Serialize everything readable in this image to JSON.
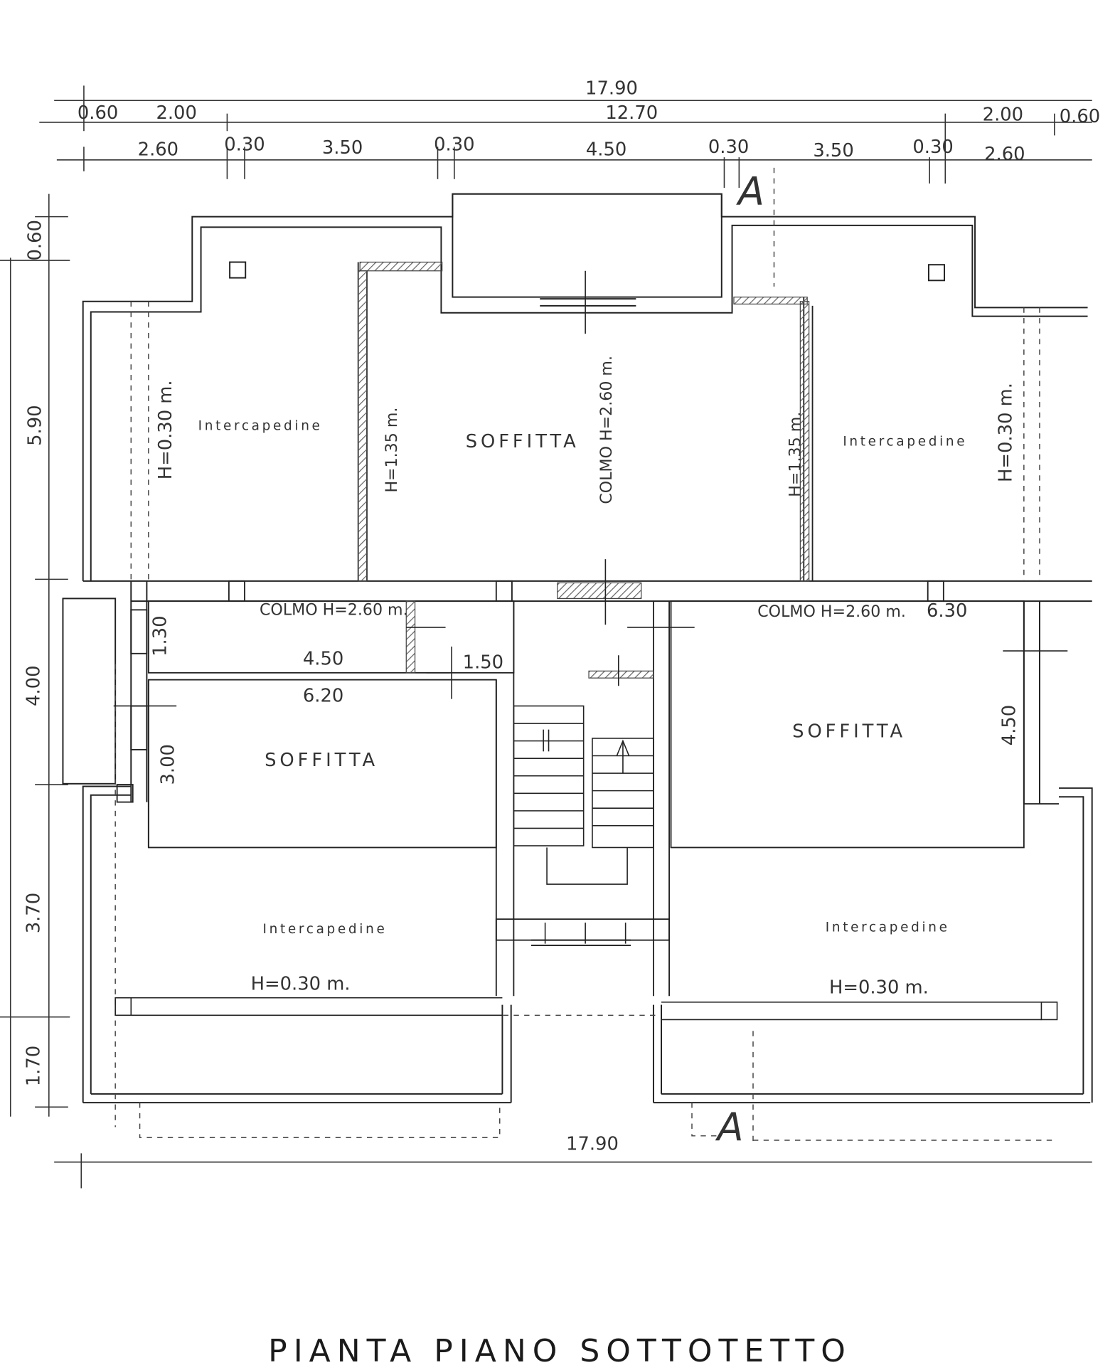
{
  "title": "PIANTA PIANO SOTTOTETTO",
  "dimensions": {
    "top_total": "17.90",
    "top_row2": [
      "0.60",
      "2.00",
      "12.70",
      "2.00",
      "0.60"
    ],
    "top_row3": [
      "2.60",
      "0.30",
      "3.50",
      "0.30",
      "4.50",
      "0.30",
      "3.50",
      "0.30",
      "2.60"
    ],
    "left": [
      "0.60",
      "5.90",
      "4.00",
      "3.70",
      "1.70"
    ],
    "bottom_total": "17.90"
  },
  "inner_dims": {
    "d130": "1.30",
    "d450": "4.50",
    "d150": "1.50",
    "d620": "6.20",
    "d300": "3.00",
    "d630": "6.30",
    "d450r": "4.50"
  },
  "rooms": {
    "top": "SOFFITTA",
    "left": "SOFFITTA",
    "right": "SOFFITTA"
  },
  "notes": {
    "colmo_top": "COLMO H=2.60 m.",
    "colmo_left": "COLMO H=2.60 m.",
    "colmo_right": "COLMO H=2.60 m.",
    "h135_left": "H=1.35 m.",
    "h135_right": "H=1.35 m.",
    "h030_tl": "H=0.30 m.",
    "h030_tr": "H=0.30 m.",
    "h030_bl": "H=0.30 m.",
    "h030_br": "H=0.30 m.",
    "inter_tl": "Intercapedine",
    "inter_tr": "Intercapedine",
    "inter_bl": "Intercapedine",
    "inter_br": "Intercapedine"
  },
  "section_marker": "A"
}
